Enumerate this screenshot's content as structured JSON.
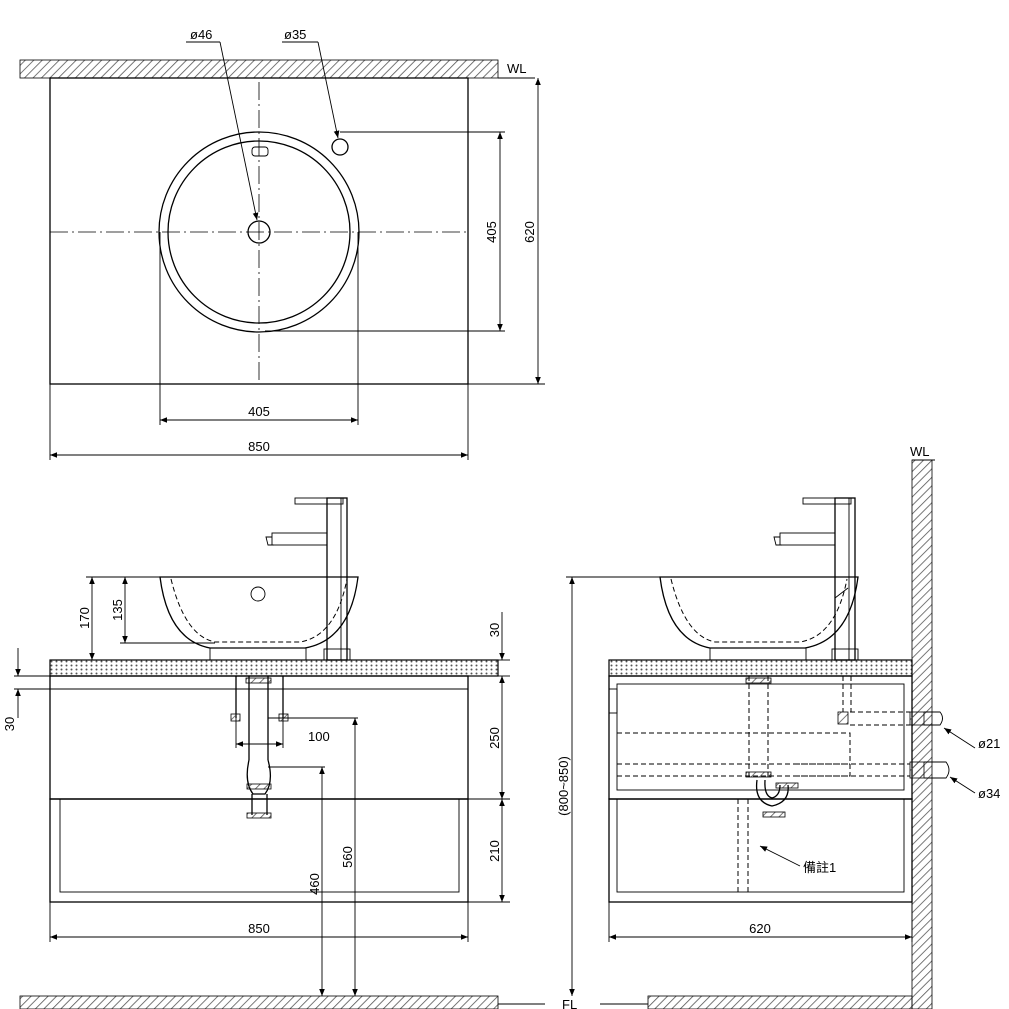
{
  "labels": {
    "wall_line": "WL",
    "floor_line": "FL",
    "note": "備註1"
  },
  "top_view": {
    "drain_dia": "ø46",
    "faucet_hole_dia": "ø35",
    "bowl_width": "405",
    "bowl_depth": "405",
    "depth_total": "620",
    "width_total": "850"
  },
  "front_view": {
    "bowl_height": "170",
    "bowl_inner_height": "135",
    "counter_thickness_right": "30",
    "counter_thickness_left": "30",
    "drawer_height": "250",
    "shelf_height": "210",
    "trap_offset": "100",
    "trap_height": "460",
    "drain_height": "560",
    "width_total": "850"
  },
  "side_view": {
    "height_range": "(800~850)",
    "supply_dia": "ø21",
    "drain_dia": "ø34",
    "depth_total": "620"
  }
}
